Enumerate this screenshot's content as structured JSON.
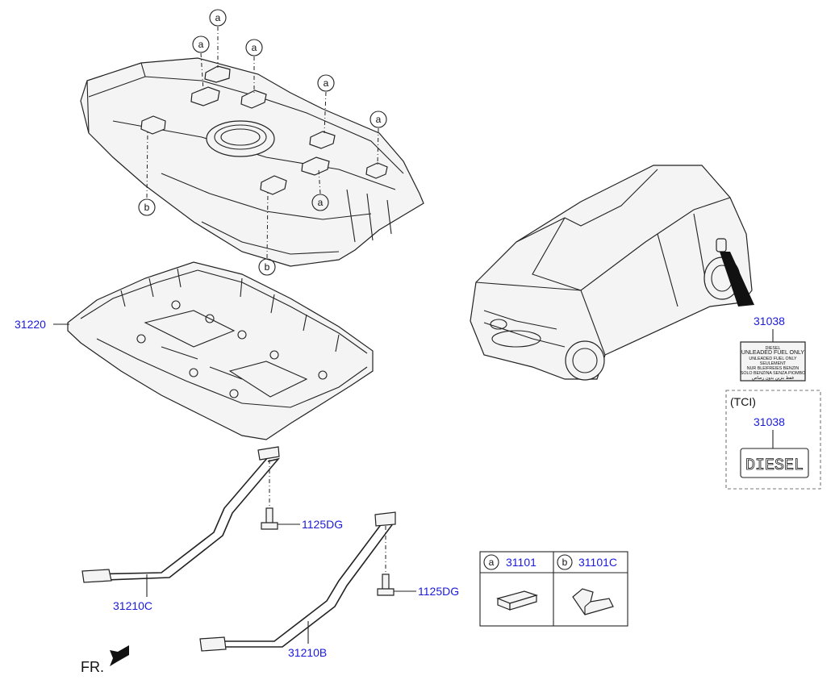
{
  "labels": {
    "tray": "31220",
    "label_top": "31038",
    "label_tci": "31038",
    "bolt_1": "1125DG",
    "bolt_2": "1125DG",
    "strap_c": "31210C",
    "strap_b": "31210B",
    "fr": "FR.",
    "tci_header": "(TCI)",
    "diesel_text": "DIESEL"
  },
  "callouts": {
    "a": "a",
    "b": "b"
  },
  "legend_table": {
    "col_a_letter": "a",
    "col_a_part": "31101",
    "col_b_letter": "b",
    "col_b_part": "31101C"
  },
  "fuel_label_lines": [
    "DIESEL",
    "UNLEADED FUEL ONLY",
    "UNLEADED FUEL ONLY",
    "SEULEMENT",
    "NUR BLEIFREIES BENZIN",
    "SOLO BENZINA SENZA PIOMBO",
    "فقط بنزين بدون رصاص"
  ],
  "colors": {
    "part_number": "#1a1adc",
    "ink": "#111111"
  }
}
